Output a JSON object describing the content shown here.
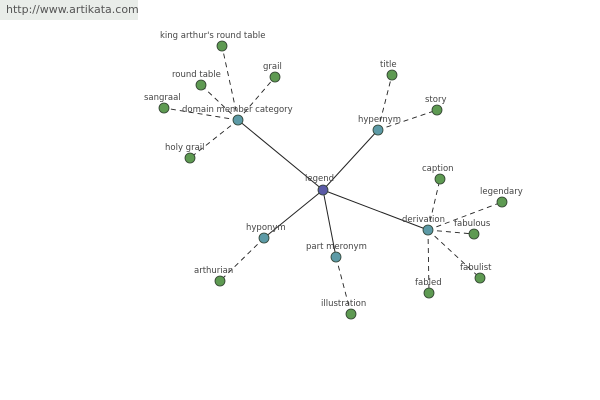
{
  "header": {
    "source_url": "http://www.artikata.com"
  },
  "colors": {
    "root_fill": "#5a5aa6",
    "relation_fill": "#5c9aa6",
    "leaf_fill": "#5e9a52",
    "node_stroke": "#2f3f2f",
    "edge": "#222222",
    "label": "#444444"
  },
  "graph": {
    "root": {
      "id": "legend",
      "label": "legend"
    },
    "relations": [
      {
        "id": "domain-member-category",
        "label": "domain member category",
        "leaves": [
          "king arthur's round table",
          "grail",
          "round table",
          "sangraal",
          "holy grail"
        ]
      },
      {
        "id": "hypernym",
        "label": "hypernym",
        "leaves": [
          "title",
          "story"
        ]
      },
      {
        "id": "derivation",
        "label": "derivation",
        "leaves": [
          "caption",
          "legendary",
          "fabulous",
          "fabulist",
          "fabled"
        ]
      },
      {
        "id": "hyponym",
        "label": "hyponym",
        "leaves": [
          "arthurian"
        ]
      },
      {
        "id": "part-meronym",
        "label": "part meronym",
        "leaves": [
          "illustration"
        ]
      }
    ]
  }
}
